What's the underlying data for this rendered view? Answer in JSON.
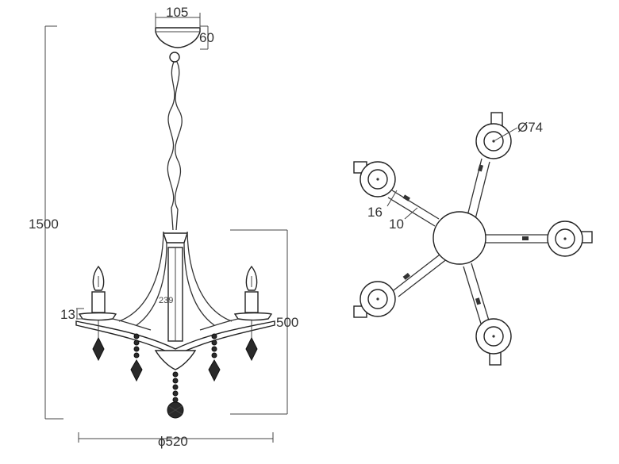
{
  "dimensions": {
    "canopy_width": "105",
    "canopy_height": "60",
    "total_height": "1500",
    "body_height": "500",
    "center_rod": "239",
    "cup_height": "13",
    "diameter": "ϕ520",
    "cup_diameter": "Ø74",
    "arm_width": "16",
    "arm_thickness": "10"
  },
  "colors": {
    "line": "#333333",
    "crystal": "#2a2a2a",
    "background": "#ffffff"
  },
  "views": [
    "side-elevation",
    "top-plan"
  ]
}
